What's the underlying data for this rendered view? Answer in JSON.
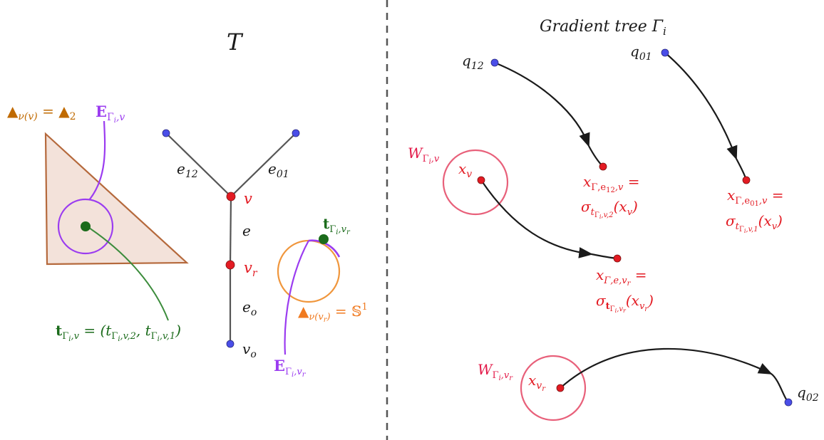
{
  "colors": {
    "red": "#e31b23",
    "blue": "#4a4ee8",
    "green": "#1b6b1b",
    "purple": "#9b3cf0",
    "orange": "#f0963c",
    "brown": "#b5693c",
    "pink": "#e8607a",
    "black": "#1a1a1a",
    "gray": "#555555"
  },
  "left": {
    "title": "T",
    "simplex_label": {
      "head": "▲",
      "sub": "ν(v)",
      "eq": " = ",
      "rhs": "▲",
      "rhs_sub": "2"
    },
    "E_v": {
      "head": "E",
      "sub": "Γ",
      "sub2": "i",
      "sub3": ",v"
    },
    "t_v": {
      "head": "t",
      "sub": "Γ",
      "sub2": "i",
      "sub3": ",v",
      "eq": " = (t",
      "a_sub": "Γ",
      "a_sub2": "i",
      "a_sub3": ",v,2",
      "comma": ", t",
      "b_sub": "Γ",
      "b_sub2": "i",
      "b_sub3": ",v,1",
      "close": ")"
    },
    "edges": {
      "e12": {
        "base": "e",
        "sub": "12"
      },
      "e01": {
        "base": "e",
        "sub": "01"
      },
      "e": {
        "base": "e"
      },
      "eo": {
        "base": "e",
        "sub": "o"
      }
    },
    "vertices": {
      "v": {
        "base": "v"
      },
      "vr": {
        "base": "v",
        "sub": "r"
      },
      "vo": {
        "base": "v",
        "sub": "o"
      }
    },
    "t_vr": {
      "head": "t",
      "sub": "Γ",
      "sub2": "i",
      "sub3": ",v",
      "sub4": "r"
    },
    "circle_label": {
      "head": "▲",
      "sub": "ν(v",
      "sub_r": "r",
      "sub_close": ")",
      "eq": " = ",
      "rhs": "𝕊",
      "rhs_sup": "1"
    },
    "E_vr": {
      "head": "E",
      "sub": "Γ",
      "sub2": "i",
      "sub3": ",v",
      "sub4": "r"
    }
  },
  "right": {
    "title": "Gradient tree Γ",
    "title_sub": "i",
    "q12": {
      "base": "q",
      "sub": "12"
    },
    "q01": {
      "base": "q",
      "sub": "01"
    },
    "q02": {
      "base": "q",
      "sub": "02"
    },
    "W_v": {
      "base": "W",
      "sub": "Γ",
      "sub2": "i",
      "sub3": ",v"
    },
    "W_vr": {
      "base": "W",
      "sub": "Γ",
      "sub2": "i",
      "sub3": ",v",
      "sub4": "r"
    },
    "x_v": {
      "base": "x",
      "sub": "v"
    },
    "x_vr": {
      "base": "x",
      "sub": "v",
      "sub2": "r"
    },
    "x12": {
      "line1": "x",
      "l1_sub": "Γ,e",
      "l1_sub2": "12",
      "l1_sub3": ",v",
      "eq": " =",
      "sig": "σ",
      "s_sub": "t",
      "s_sub2": "Γ",
      "s_sub3": "i",
      "s_sub4": ",v,2",
      "arg": "(x",
      "arg_sub": "v",
      "close": ")"
    },
    "x01": {
      "line1": "x",
      "l1_sub": "Γ,e",
      "l1_sub2": "01",
      "l1_sub3": ",v",
      "eq": " =",
      "sig": "σ",
      "s_sub": "t",
      "s_sub2": "Γ",
      "s_sub3": "i",
      "s_sub4": ",v,1",
      "arg": "(x",
      "arg_sub": "v",
      "close": ")"
    },
    "xe": {
      "line1": "x",
      "l1_sub": "Γ,e,v",
      "l1_sub2": "r",
      "eq": " =",
      "sig": "σ",
      "s_sub": "t",
      "s_sub2": "Γ",
      "s_sub3": "i",
      "s_sub4": ",v",
      "s_sub5": "r",
      "arg": "(x",
      "arg_sub": "v",
      "arg_sub2": "r",
      "close": ")"
    }
  }
}
